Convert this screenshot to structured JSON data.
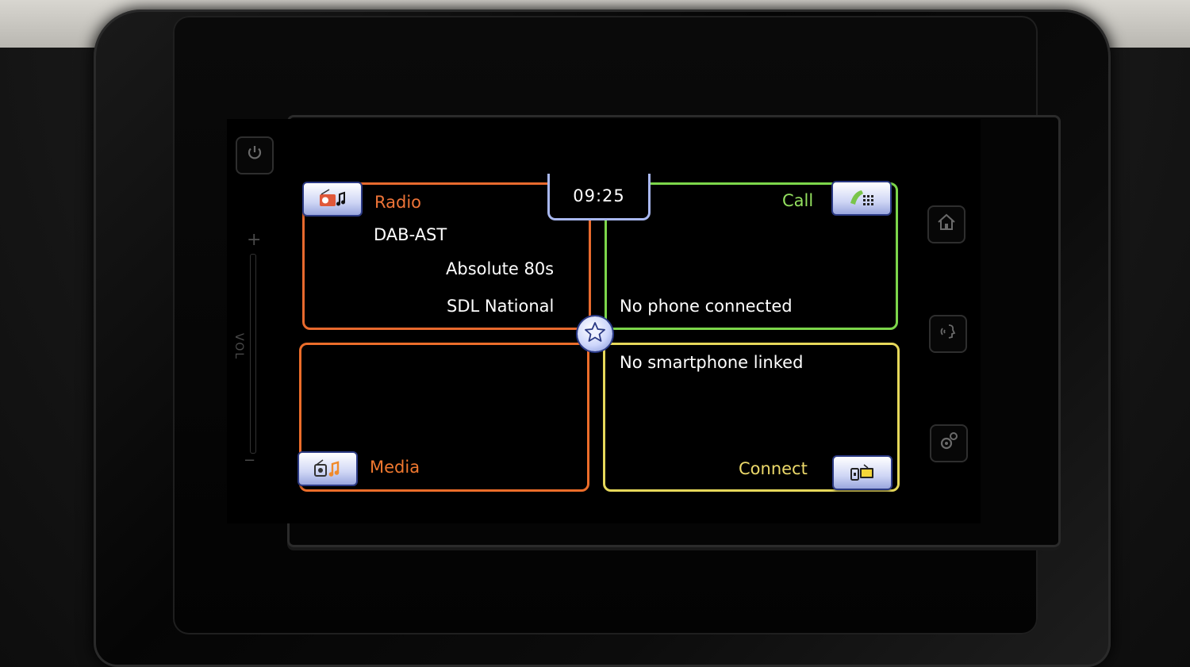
{
  "clock": "09:25",
  "tiles": {
    "radio": {
      "title": "Radio",
      "source": "DAB-AST",
      "station": "Absolute 80s",
      "ensemble": "SDL National",
      "icon": "radio-icon",
      "color": "#e86a2e"
    },
    "call": {
      "title": "Call",
      "status": "No phone connected",
      "icon": "phone-icon",
      "color": "#7cd64a"
    },
    "media": {
      "title": "Media",
      "icon": "media-icon",
      "color": "#ec6d2a"
    },
    "connect": {
      "title": "Connect",
      "status": "No smartphone linked",
      "icon": "smartphone-link-icon",
      "color": "#e6d85a"
    }
  },
  "favorites_icon": "star-icon",
  "hardware": {
    "power_icon": "power-icon",
    "volume_label": "VOL",
    "volume_plus": "+",
    "volume_minus": "−",
    "home_icon": "home-icon",
    "voice_icon": "voice-icon",
    "settings_icon": "gear-icon"
  }
}
